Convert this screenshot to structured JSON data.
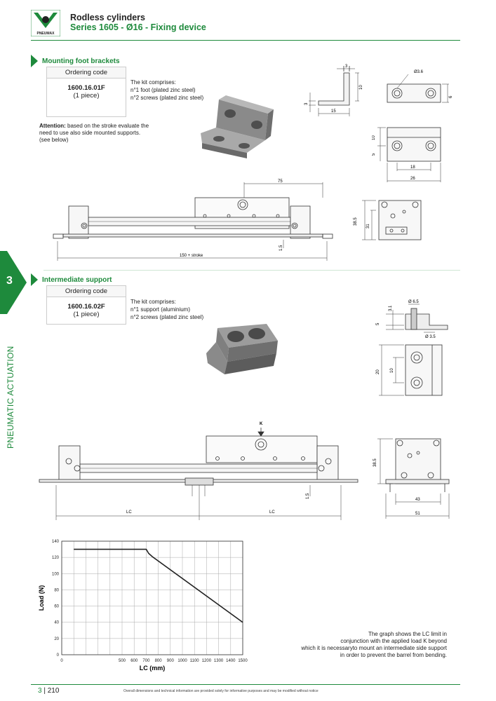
{
  "header": {
    "logo_text": "PNEUMAX",
    "title": "Rodless cylinders",
    "subtitle": "Series 1605 - Ø16 - Fixing device"
  },
  "section1": {
    "title": "Mounting foot brackets",
    "ordering_head": "Ordering code",
    "code": "1600.16.01F",
    "qty": "(1 piece)",
    "kit": [
      "The kit comprises:",
      "n°1 foot (plated zinc steel)",
      "n°2 screws (plated zinc steel)"
    ],
    "attention_label": "Attention:",
    "attention_lines": [
      " based on the stroke evaluate the",
      "need to use also side mounted supports.",
      "(see below)"
    ],
    "dims": {
      "d3a": "3",
      "d10a": "10",
      "d3b": "3",
      "d15": "15",
      "d36": "Ø3.6",
      "d6": "6",
      "d10b": "10",
      "d5": "5",
      "d18": "18",
      "d26": "26",
      "d75": "75",
      "d385": "38.5",
      "d31": "31",
      "d15b": "1.5",
      "stroke": "150 + stroke"
    }
  },
  "side_tab": {
    "number": "3",
    "label": "PNEUMATIC ACTUATION"
  },
  "section2": {
    "title": "Intermediate support",
    "ordering_head": "Ordering code",
    "code": "1600.16.02F",
    "qty": "(1 piece)",
    "kit": [
      "The kit comprises:",
      "n°1 support (aluminium)",
      "n°2 screws (plated zinc steel)"
    ],
    "dims": {
      "d65": "Ø 6.5",
      "d31": "3.1",
      "d5": "5",
      "d35": "Ø 3.5",
      "d20": "20",
      "d10": "10",
      "k": "K",
      "d385": "38.5",
      "d15": "1.5",
      "lc1": "LC",
      "lc2": "LC",
      "d43": "43",
      "d51": "51"
    }
  },
  "chart_data": {
    "type": "line",
    "title": "",
    "xlabel": "LC (mm)",
    "ylabel": "Load (N)",
    "xlim": [
      0,
      1500
    ],
    "ylim": [
      0,
      140
    ],
    "xticks": [
      0,
      100,
      200,
      300,
      400,
      500,
      600,
      700,
      800,
      900,
      1000,
      1100,
      1200,
      1300,
      1400,
      1500
    ],
    "xtick_labels": [
      "0",
      "",
      "",
      "",
      "",
      "500",
      "600",
      "700",
      "800",
      "900",
      "1000",
      "1100",
      "1200",
      "1300",
      "1400",
      "1500"
    ],
    "yticks": [
      0,
      20,
      40,
      60,
      80,
      100,
      120,
      140
    ],
    "grid": true,
    "series": [
      {
        "x": [
          100,
          700,
          720,
          750,
          1500
        ],
        "y": [
          130,
          130,
          125,
          121,
          40
        ]
      }
    ],
    "color": "#222222"
  },
  "graph_note": [
    "The graph shows the LC limit in",
    "conjunction with the applied load K beyond",
    "which it is necessaryto mount an intermediate side support",
    "in order to prevent the barrel from bending."
  ],
  "footer": {
    "page_section": "3",
    "page_sep": "|",
    "page_number": "210",
    "note": "Overall dimensions and technical information are provided solely for informative purposes and may be modified without notice"
  },
  "colors": {
    "brand_green": "#1e8a3c"
  }
}
